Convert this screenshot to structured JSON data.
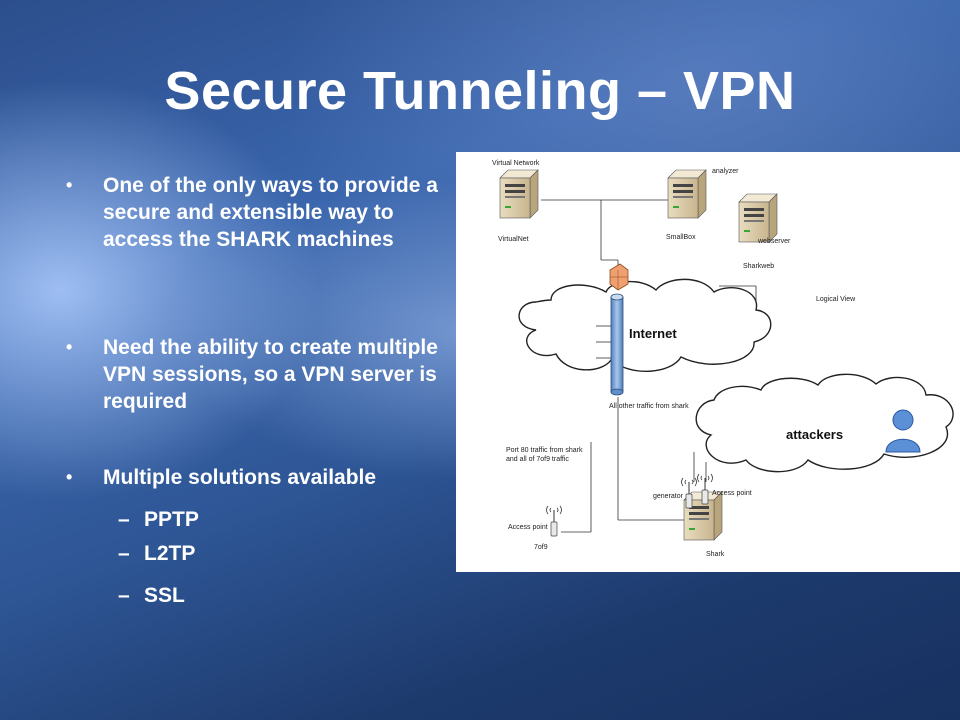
{
  "title": "Secure Tunneling – VPN",
  "bullets": [
    "One of the only ways to provide a secure and extensible way to access the SHARK machines",
    "Need the ability to create multiple VPN sessions, so a VPN server is required",
    "Multiple solutions available"
  ],
  "sub_bullets": [
    "PPTP",
    "L2TP",
    "SSL"
  ],
  "diagram": {
    "virtual_network": "Virtual Network",
    "virtualnet": "VirtualNet",
    "analyzer": "analyzer",
    "smallbox": "SmallBox",
    "webserver": "webserver",
    "sharkweb": "Sharkweb",
    "logical_view": "Logical View",
    "internet": "Internet",
    "all_other_traffic": "All other traffic from shark",
    "attackers": "attackers",
    "port80_line1": "Port 80 traffic from shark",
    "port80_line2": "and all of 7of9 traffic",
    "generator": "generator",
    "access_point_right": "Access point",
    "access_point_left": "Access point",
    "sevenof9": "7of9",
    "shark": "Shark"
  },
  "colors": {
    "background": "#2f5797",
    "title_text": "#ffffff",
    "internet_pipe": "#7fa6d6",
    "firewall": "#f0a070",
    "user_icon": "#5b8fd6"
  }
}
